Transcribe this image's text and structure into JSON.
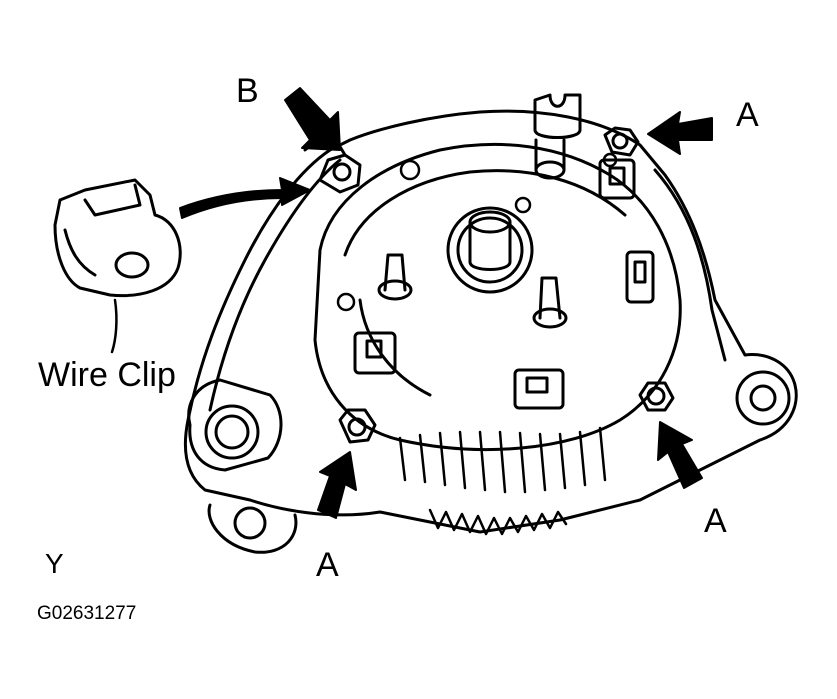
{
  "labels": {
    "b": "B",
    "a_top_right": "A",
    "a_bottom_left": "A",
    "a_bottom_right": "A",
    "wire_clip": "Wire Clip",
    "view_letter": "Y",
    "figure_id": "G02631277"
  },
  "colors": {
    "ink": "#000000",
    "paper": "#ffffff"
  }
}
